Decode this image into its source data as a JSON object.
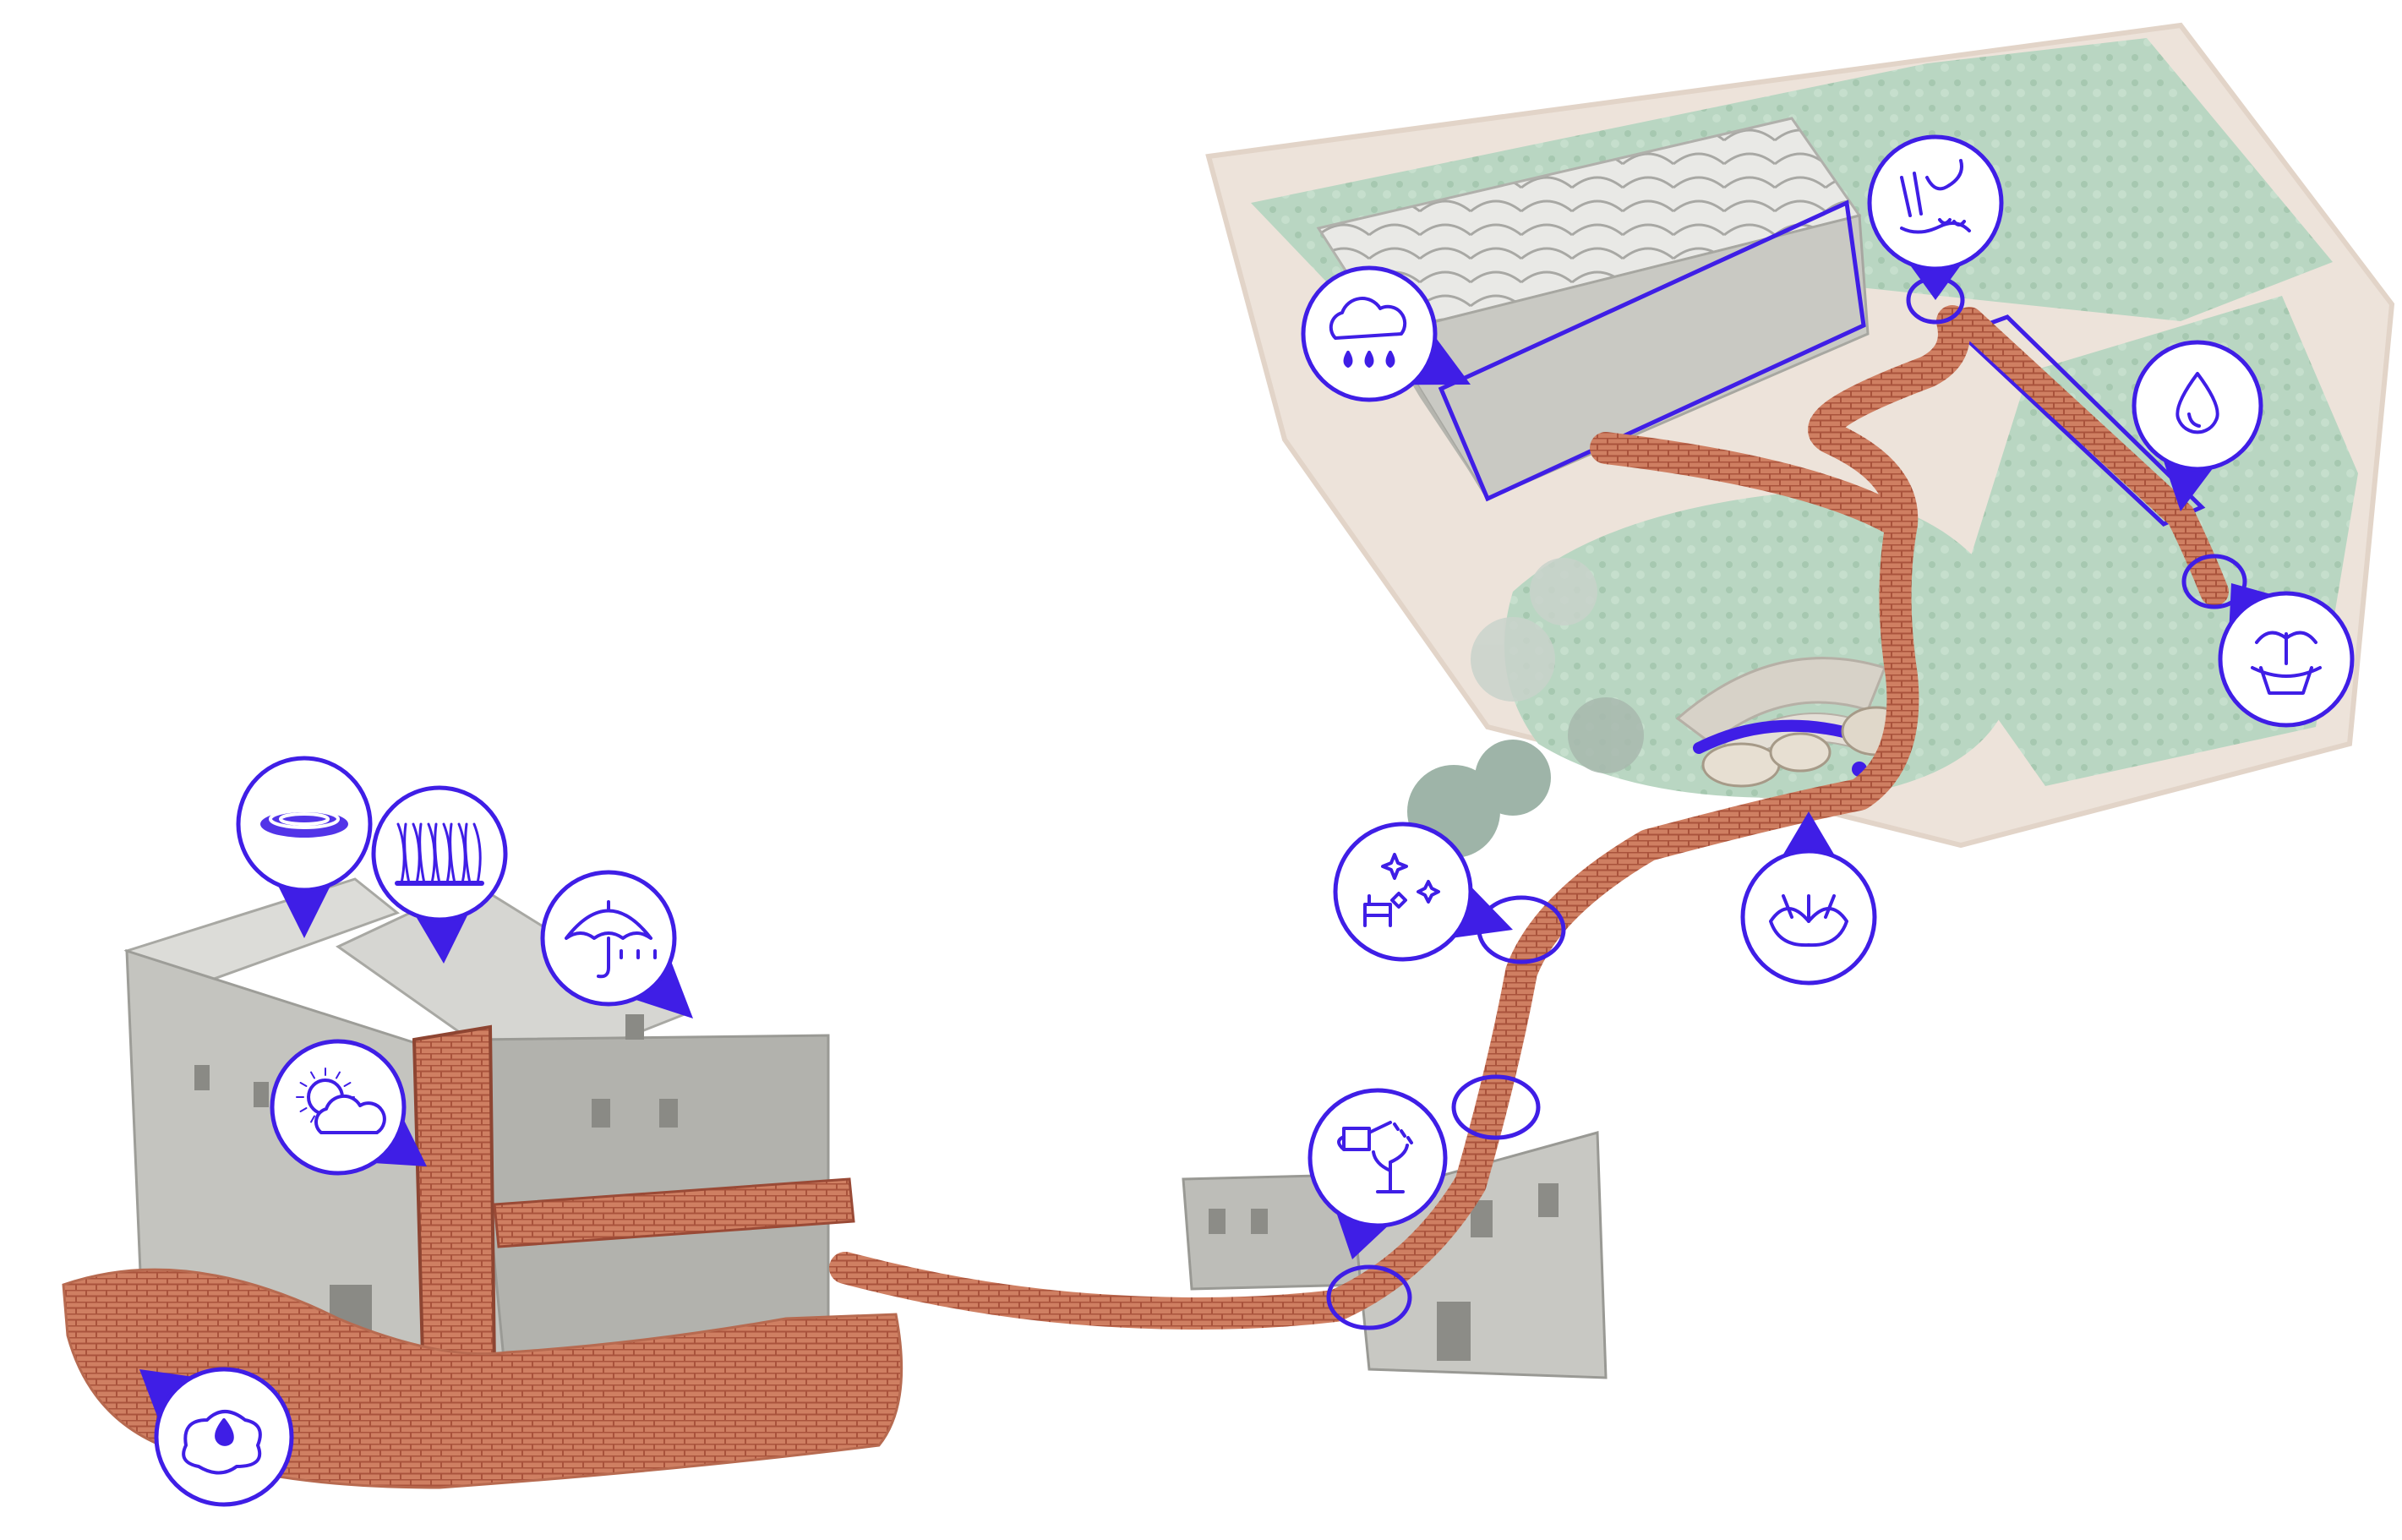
{
  "colors": {
    "pin": "#3f1ee6",
    "pin_fill": "#ffffff",
    "brick": "#c9765a",
    "brick_dark": "#a9533c",
    "garden": "#b7d3bf",
    "paving": "#ece3da",
    "stone": "#c7c7c2",
    "building": "#bdbdb8"
  },
  "markers": [
    {
      "id": "rain-cloud",
      "icon": "rain-cloud-icon"
    },
    {
      "id": "water-tap",
      "icon": "water-tap-icon"
    },
    {
      "id": "water-drop",
      "icon": "water-drop-icon"
    },
    {
      "id": "fountain",
      "icon": "fountain-icon"
    },
    {
      "id": "water-lily",
      "icon": "water-lily-icon"
    },
    {
      "id": "sparkle-seat",
      "icon": "sparkle-seat-icon"
    },
    {
      "id": "watering-can",
      "icon": "watering-can-icon"
    },
    {
      "id": "pond-basin",
      "icon": "pond-basin-icon"
    },
    {
      "id": "reeds",
      "icon": "reeds-icon"
    },
    {
      "id": "umbrella",
      "icon": "umbrella-icon"
    },
    {
      "id": "sun-cloud",
      "icon": "sun-cloud-icon"
    },
    {
      "id": "puddle",
      "icon": "puddle-icon"
    }
  ]
}
